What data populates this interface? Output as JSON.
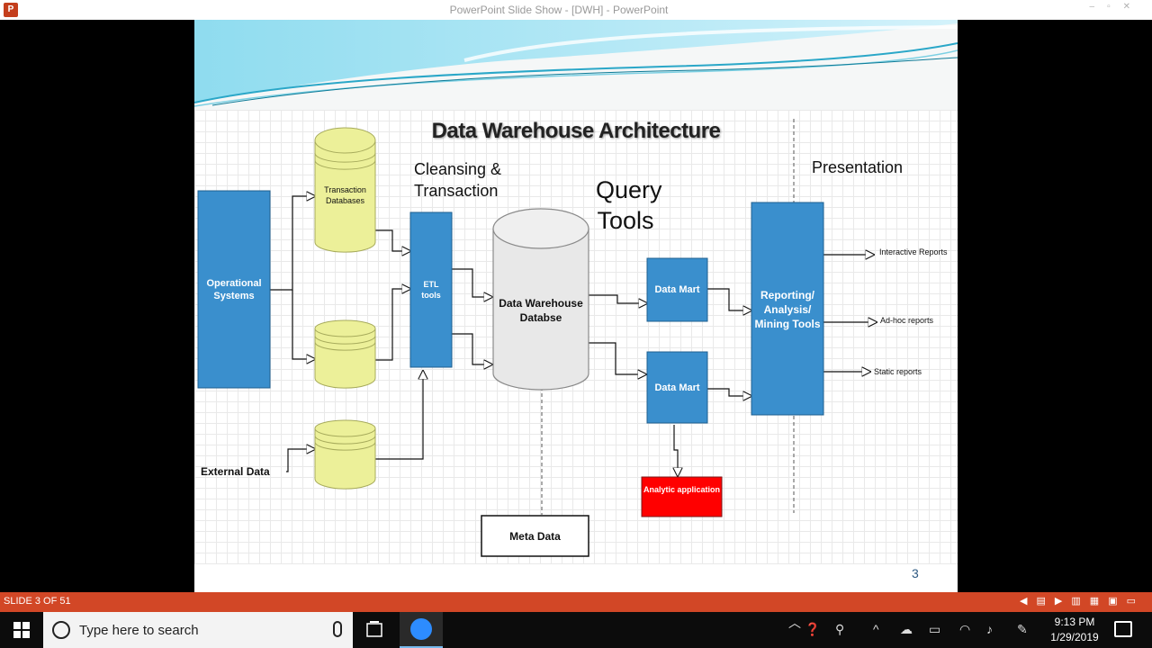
{
  "window": {
    "title": "PowerPoint Slide Show - [DWH] - PowerPoint",
    "app_icon": "P",
    "controls": [
      "minimize-icon",
      "restore-icon",
      "close-icon"
    ]
  },
  "slide": {
    "title": "Data Warehouse Architecture",
    "number": "3",
    "section_labels": {
      "cleansing_1": "Cleansing &",
      "cleansing_2": "Transaction",
      "query_1": "Query",
      "query_2": "Tools",
      "presentation": "Presentation"
    },
    "nodes": {
      "operational_1": "Operational",
      "operational_2": "Systems",
      "transaction_db_1": "Transaction",
      "transaction_db_2": "Databases",
      "external_data": "External Data",
      "etl_1": "ETL",
      "etl_2": "tools",
      "dw_1": "Data Warehouse",
      "dw_2": "Databse",
      "data_mart_1": "Data Mart",
      "data_mart_2": "Data Mart",
      "reporting_1": "Reporting/",
      "reporting_2": "Analysis/",
      "reporting_3": "Mining Tools",
      "analytic_app": "Analytic application",
      "meta_data": "Meta Data"
    },
    "outputs": [
      "Interactive Reports",
      "Ad-hoc reports",
      "Static reports"
    ],
    "colors": {
      "blue": "#3a8fcd",
      "yellow": "#ecf099",
      "red": "#ff0000",
      "gray_db": "#e8e8e8"
    }
  },
  "statusbar": {
    "slide_count": "SLIDE 3 OF 51",
    "controls": [
      "previous-icon",
      "menu-icon",
      "next-icon",
      "normal-view-icon",
      "sorter-view-icon",
      "reading-view-icon",
      "slideshow-icon"
    ]
  },
  "taskbar": {
    "search_placeholder": "Type here to search",
    "time": "9:13 PM",
    "date": "1/29/2019"
  }
}
